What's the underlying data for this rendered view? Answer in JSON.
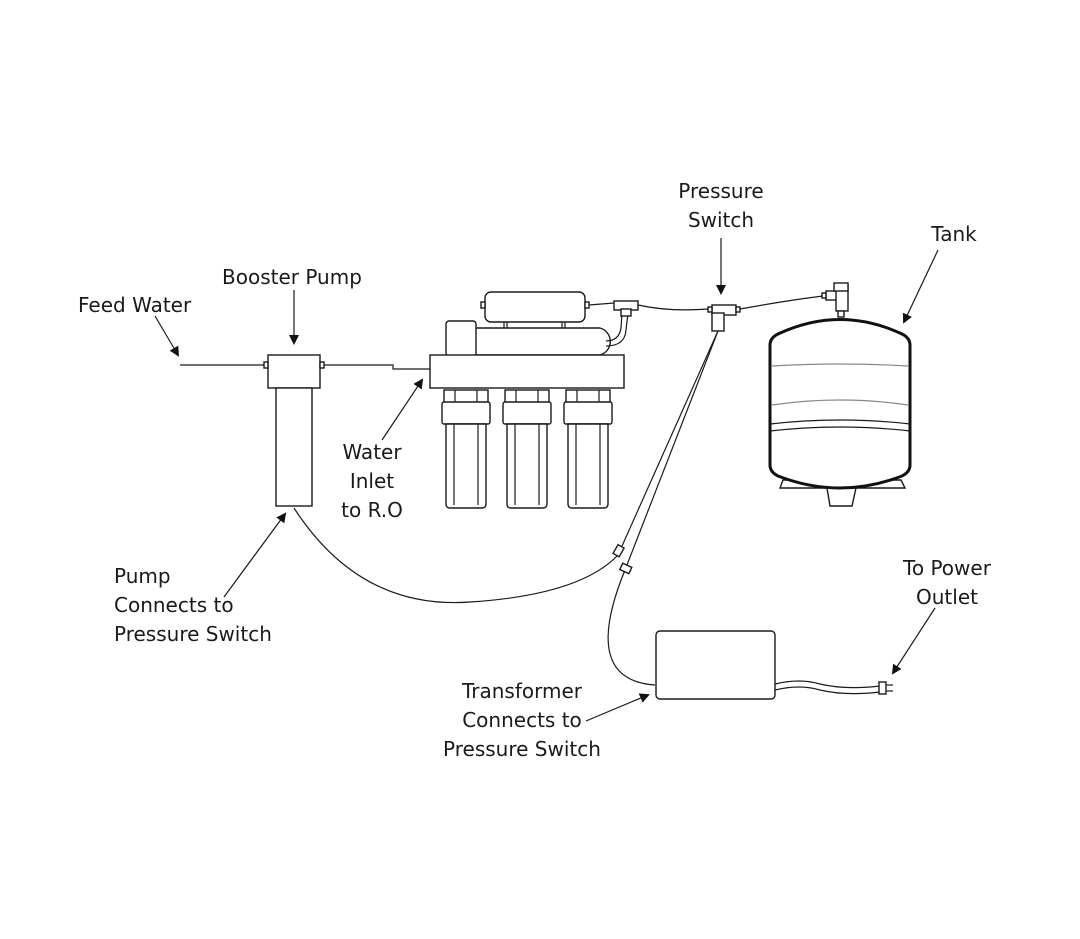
{
  "diagram": {
    "title": "Reverse Osmosis System with Booster Pump - Connection Diagram",
    "labels": {
      "feed_water": "Feed Water",
      "booster_pump": "Booster Pump",
      "water_inlet": [
        "Water",
        "Inlet",
        "to R.O"
      ],
      "pressure_switch": [
        "Pressure",
        "Switch"
      ],
      "tank": "Tank",
      "pump_connects": [
        "Pump",
        "Connects to",
        "Pressure Switch"
      ],
      "transformer_connects": [
        "Transformer",
        "Connects to",
        "Pressure Switch"
      ],
      "power_outlet": [
        "To Power",
        "Outlet"
      ]
    },
    "components": [
      "feed-water-line",
      "booster-pump",
      "ro-unit",
      "pressure-switch",
      "storage-tank",
      "transformer",
      "power-plug"
    ],
    "colors": {
      "stroke": "#1a1a1a",
      "background": "#ffffff"
    }
  }
}
